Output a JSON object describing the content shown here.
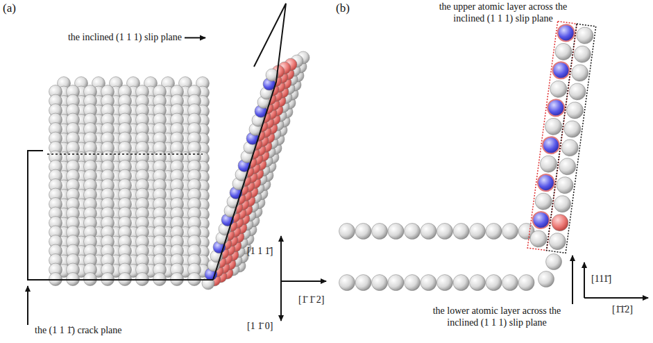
{
  "diagram": {
    "labels": [
      "(a)",
      "(b)",
      "the inclined (1 1 1) slip plane",
      "the (1 1 1̄) crack plane",
      "[1 1 1̄]",
      "[1̄ 1̄ 2]",
      "[1 1̄ 0]",
      "the upper atomic layer across the inclined (1 1 1) slip plane",
      "the lower atomic layer across the inclined (1 1 1) slip plane",
      "[111̄]",
      "[1̄1̄2]"
    ]
  }
}
